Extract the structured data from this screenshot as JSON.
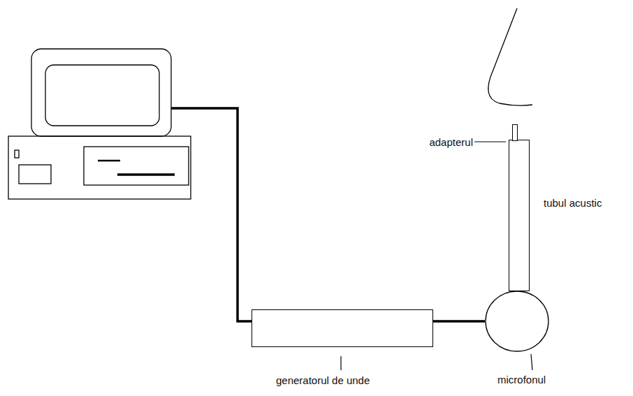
{
  "diagram": {
    "nodes": [
      {
        "text": [
          "generatorul de unde"
        ]
      },
      {
        "text": [
          "microfonul"
        ]
      },
      {
        "text": [
          "tubul acustic"
        ]
      },
      {
        "text": [
          "adapterul"
        ]
      }
    ],
    "edges": [
      {
        "from": 0,
        "to": 1,
        "arrow": "none"
      }
    ]
  }
}
